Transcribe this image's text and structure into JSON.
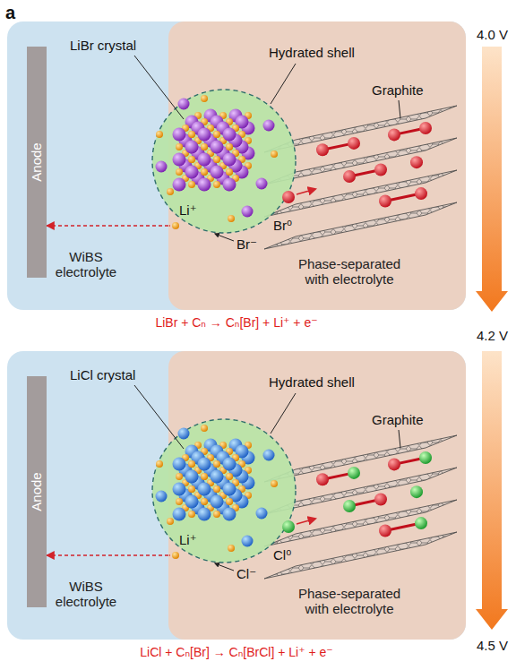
{
  "diagram": {
    "nodes": [
      {
        "text": [
          "WiBS electrolyte"
        ]
      },
      {
        "text": [
          "Anode"
        ],
        "in": 0
      },
      {
        "text": [
          "Phase-separated with electrolyte"
        ],
        "in": 0
      },
      {
        "text": [
          "WiBS electrolyte"
        ]
      },
      {
        "text": [
          "Anode"
        ],
        "in": 3
      },
      {
        "text": [
          "Phase-separated with electrolyte"
        ],
        "in": 3
      }
    ],
    "edges": [
      {
        "from": 2,
        "to": 1,
        "arrow": "to"
      },
      {
        "from": 5,
        "to": 4,
        "arrow": "to"
      }
    ],
    "labels": [
      "a",
      "4.0 V",
      "LiBr crystal",
      "Hydrated shell",
      "Graphite",
      "Li⁺",
      "Br⁰",
      "Br⁻",
      "LiBr + Cₙ → Cₙ[Br] + Li⁺ + e⁻",
      "4.2 V",
      "LiCl crystal",
      "Hydrated shell",
      "Graphite",
      "Li⁺",
      "Cl⁰",
      "Cl⁻",
      "LiCl + Cₙ[Br] → Cₙ[BrCl] + Li⁺ + e⁻",
      "4.5 V"
    ]
  }
}
